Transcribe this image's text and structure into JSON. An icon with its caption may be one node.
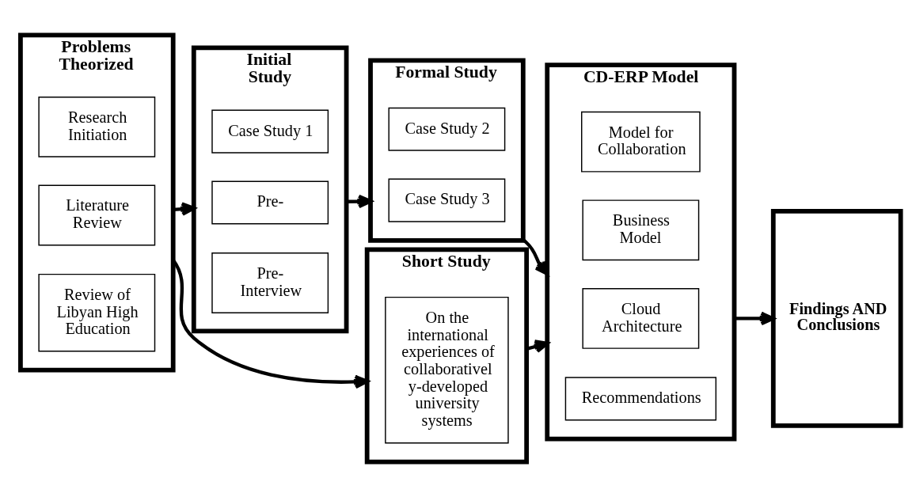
{
  "diagram": {
    "nodes": [
      {
        "text": [
          "Problems Theorized"
        ]
      },
      {
        "text": [
          "Research Initiation"
        ],
        "in": 0
      },
      {
        "text": [
          "Literature Review"
        ],
        "in": 0
      },
      {
        "text": [
          "Review of Libyan High Education"
        ],
        "in": 0
      },
      {
        "text": [
          "Initial Study"
        ]
      },
      {
        "text": [
          "Case Study 1"
        ],
        "in": 4
      },
      {
        "text": [
          "Pre-"
        ],
        "in": 4
      },
      {
        "text": [
          "Pre- Interview"
        ],
        "in": 4
      },
      {
        "text": [
          "Short Study"
        ]
      },
      {
        "text": [
          "On the international experiences of collaborativel y-developed university systems"
        ],
        "in": 8
      },
      {
        "text": [
          "Formal Study"
        ]
      },
      {
        "text": [
          "Case Study 2"
        ],
        "in": 10
      },
      {
        "text": [
          "Case Study 3"
        ],
        "in": 10
      },
      {
        "text": [
          "CD-ERP Model"
        ]
      },
      {
        "text": [
          "Model for Collaboration"
        ],
        "in": 13
      },
      {
        "text": [
          "Business Model"
        ],
        "in": 13
      },
      {
        "text": [
          "Cloud Architecture"
        ],
        "in": 13
      },
      {
        "text": [
          "Recommendations"
        ],
        "in": 13
      },
      {
        "text": [
          "Findings AND Conclusions"
        ]
      }
    ],
    "edges": [
      {
        "from": 0,
        "to": 4,
        "arrow": "to"
      },
      {
        "from": 0,
        "to": 8,
        "arrow": "to"
      },
      {
        "from": 4,
        "to": 10,
        "arrow": "to"
      },
      {
        "from": 10,
        "to": 13,
        "arrow": "to"
      },
      {
        "from": 8,
        "to": 13,
        "arrow": "to"
      },
      {
        "from": 13,
        "to": 18,
        "arrow": "to"
      }
    ]
  }
}
